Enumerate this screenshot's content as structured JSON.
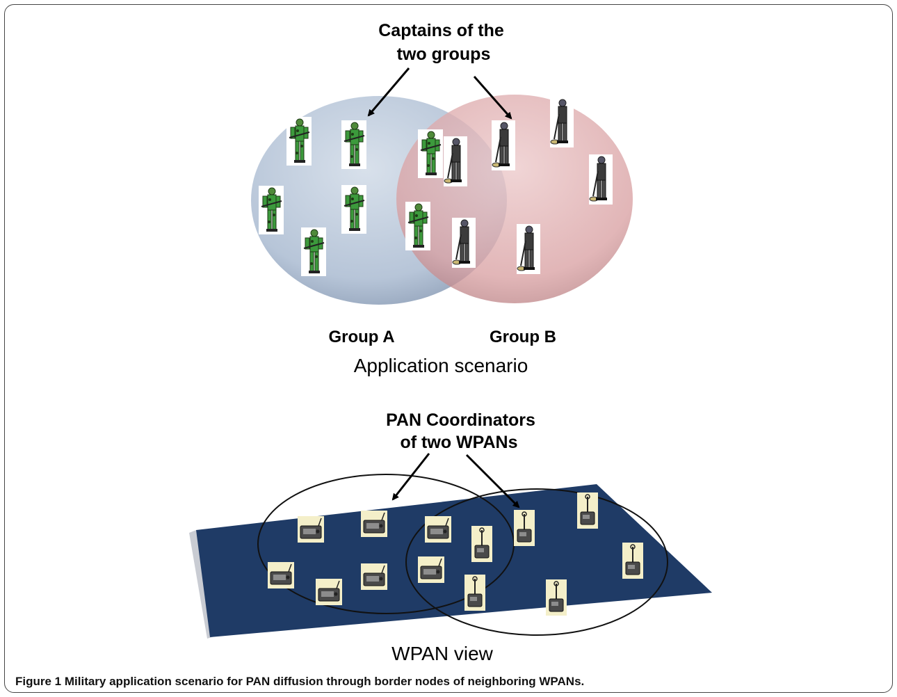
{
  "top_figure": {
    "captains_label": [
      "Captains of the",
      "two groups"
    ],
    "group_a_label": "Group A",
    "group_b_label": "Group B",
    "subtitle": "Application scenario"
  },
  "bottom_figure": {
    "coordinators_label": [
      "PAN Coordinators",
      "of two WPANs"
    ],
    "subtitle": "WPAN view"
  },
  "caption": {
    "figure_number": "Figure 1",
    "text": "Military application scenario for PAN diffusion through border nodes of neighboring WPANs."
  },
  "colors": {
    "group_a_fill": "#b3c2d6",
    "group_b_fill": "#d9a1a3",
    "plane_fill": "#1f3b66",
    "device_bg": "#f4efc9"
  },
  "icons": {
    "soldier_a": "soldier-camouflage-icon",
    "soldier_b": "soldier-metal-detector-icon",
    "device_a": "radio-transceiver-icon",
    "device_b": "detector-sensor-icon"
  }
}
